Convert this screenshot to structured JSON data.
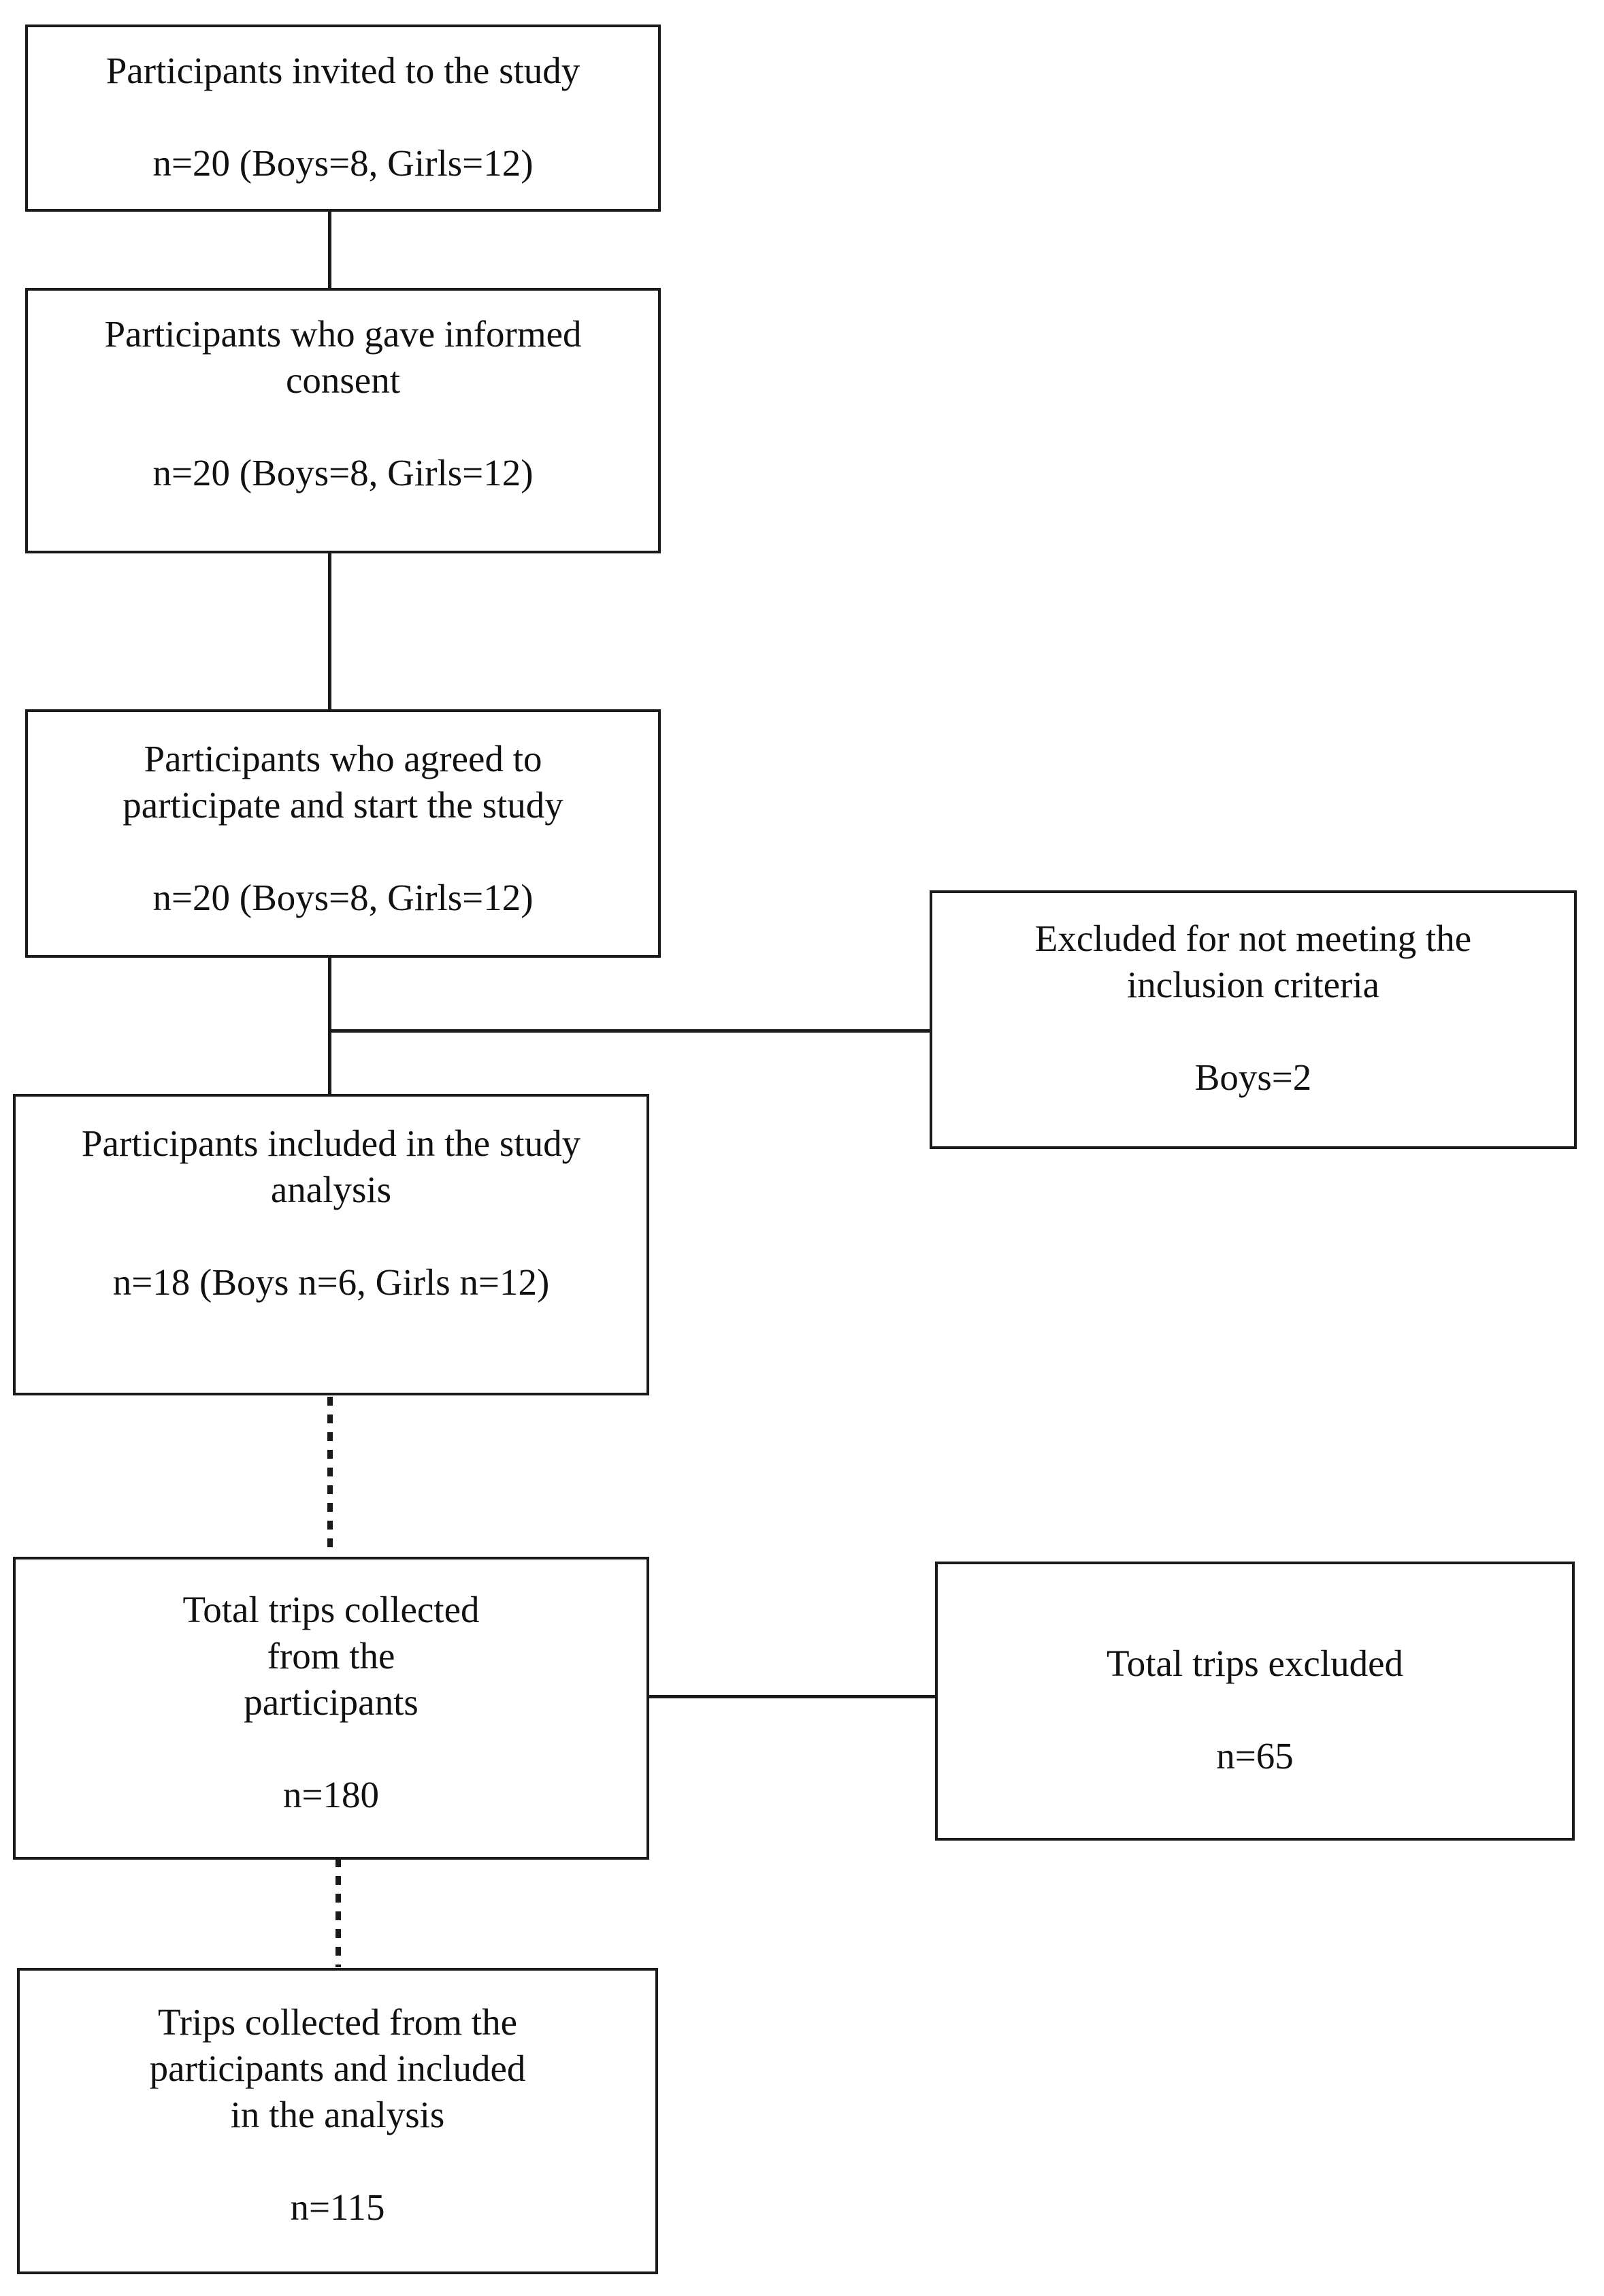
{
  "boxes": {
    "invited": {
      "title_lines": [
        "Participants invited to the study"
      ],
      "count": "n=20 (Boys=8, Girls=12)"
    },
    "consent": {
      "title_lines": [
        "Participants who gave informed",
        "consent"
      ],
      "count": "n=20 (Boys=8, Girls=12)"
    },
    "agreed": {
      "title_lines": [
        "Participants who agreed to",
        "participate and start the study"
      ],
      "count": "n=20 (Boys=8, Girls=12)"
    },
    "excluded_participants": {
      "title_lines": [
        "Excluded for not meeting the",
        "inclusion criteria"
      ],
      "count": "Boys=2"
    },
    "included": {
      "title_lines": [
        "Participants included in the study",
        "analysis"
      ],
      "count": "n=18 (Boys n=6, Girls n=12)"
    },
    "trips_collected": {
      "title_lines": [
        "Total trips collected",
        "from the",
        "participants"
      ],
      "count": "n=180"
    },
    "trips_excluded": {
      "title_lines": [
        "Total trips excluded"
      ],
      "count": "n=65"
    },
    "trips_included": {
      "title_lines": [
        "Trips collected from the",
        "participants and included",
        "in the analysis"
      ],
      "count": "n=115"
    }
  }
}
